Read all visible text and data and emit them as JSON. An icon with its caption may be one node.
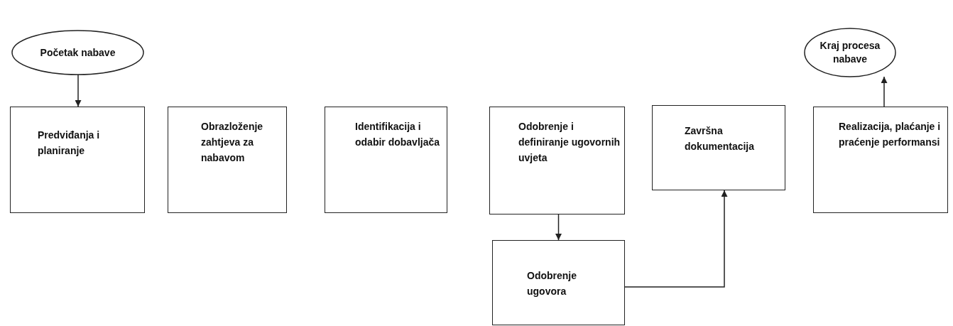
{
  "diagram": {
    "nodes": [
      {
        "text": [
          "Početak nabave"
        ]
      },
      {
        "text": [
          "Kraj procesa nabave"
        ]
      },
      {
        "text": [
          "Predviđanja i planiranje"
        ]
      },
      {
        "text": [
          "Obrazloženje zahtjeva za nabavom"
        ]
      },
      {
        "text": [
          "Identifikacija i odabir dobavljača"
        ]
      },
      {
        "text": [
          "Odobrenje i definiranje ugovornih uvjeta"
        ]
      },
      {
        "text": [
          "Završna dokumentacija"
        ]
      },
      {
        "text": [
          "Realizacija, plaćanje i praćenje performansi"
        ]
      },
      {
        "text": [
          "Odobrenje ugovora"
        ]
      }
    ],
    "edges": [
      {
        "from": 0,
        "to": 2,
        "arrow": "to"
      },
      {
        "from": 5,
        "to": 8,
        "arrow": "to"
      },
      {
        "from": 8,
        "to": 6,
        "arrow": "to"
      },
      {
        "from": 7,
        "to": 1,
        "arrow": "to"
      }
    ]
  }
}
